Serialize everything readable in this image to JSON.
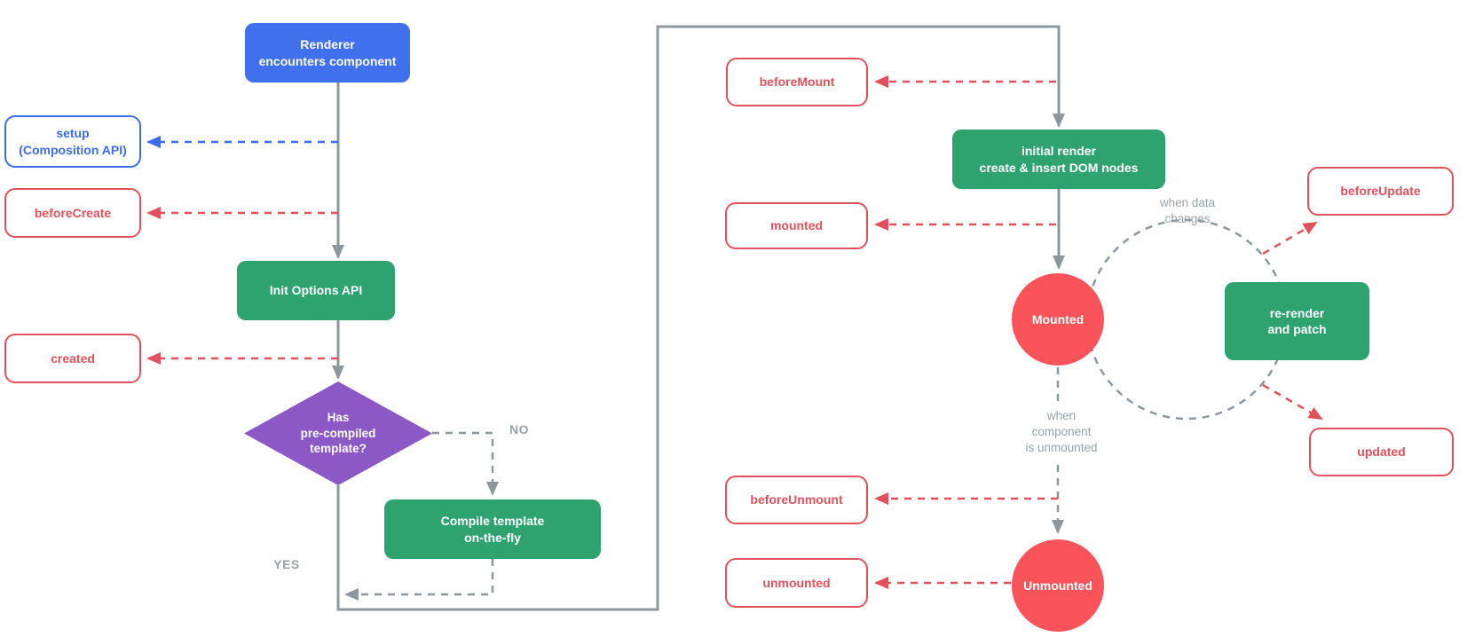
{
  "colors": {
    "blue": "#4170ef",
    "blue-line": "#3d6cea",
    "green": "#2ea36f",
    "purple": "#8b58c6",
    "red": "#e0515c",
    "red-fill": "#fa545a",
    "gray-line": "#8d989e",
    "gray-text": "#97a2a8"
  },
  "nodes": {
    "renderer": "Renderer\nencounters component",
    "setup": "setup\n(Composition API)",
    "before_create": "beforeCreate",
    "init_options_api": "Init Options API",
    "created": "created",
    "has_precompiled_template": "Has\npre-compiled\ntemplate?",
    "compile_template": "Compile template\non-the-fly",
    "before_mount": "beforeMount",
    "initial_render": "initial render\ncreate & insert DOM nodes",
    "mounted_hook": "mounted",
    "mounted_state": "Mounted",
    "before_update": "beforeUpdate",
    "re_render_and_patch": "re-render\nand patch",
    "updated": "updated",
    "before_unmount": "beforeUnmount",
    "unmounted_hook": "unmounted",
    "unmounted_state": "Unmounted"
  },
  "labels": {
    "no": "NO",
    "yes": "YES",
    "when_data_changes": "when data\nchanges",
    "when_component_is_unmounted": "when\ncomponent\nis unmounted"
  }
}
